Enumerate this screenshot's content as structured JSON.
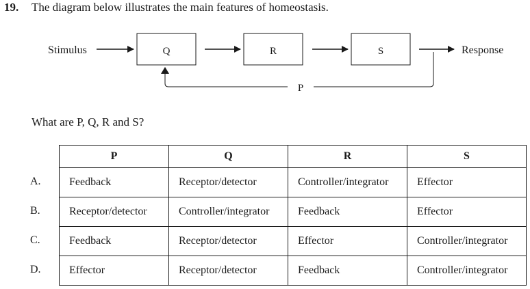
{
  "question": {
    "number": "19.",
    "text": "The diagram below illustrates the main features of homeostasis."
  },
  "diagram": {
    "stimulus_label": "Stimulus",
    "box_q": "Q",
    "box_r": "R",
    "box_s": "S",
    "response_label": "Response",
    "feedback_label": "P"
  },
  "sub_question": "What are P, Q, R and S?",
  "table": {
    "headers": [
      "P",
      "Q",
      "R",
      "S"
    ],
    "rows": [
      {
        "letter": "A.",
        "cells": [
          "Feedback",
          "Receptor/detector",
          "Controller/integrator",
          "Effector"
        ]
      },
      {
        "letter": "B.",
        "cells": [
          "Receptor/detector",
          "Controller/integrator",
          "Feedback",
          "Effector"
        ]
      },
      {
        "letter": "C.",
        "cells": [
          "Feedback",
          "Receptor/detector",
          "Effector",
          "Controller/integrator"
        ]
      },
      {
        "letter": "D.",
        "cells": [
          "Effector",
          "Receptor/detector",
          "Feedback",
          "Controller/integrator"
        ]
      }
    ]
  }
}
